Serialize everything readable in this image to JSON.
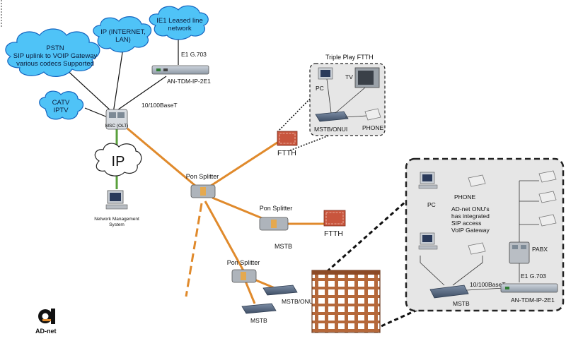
{
  "colors": {
    "cloud_fill": "#4fc3f7",
    "cloud_stroke": "#1565c0",
    "fiber": "#e08a2c",
    "mgmt_link": "#5aa03c",
    "inset_fill": "#e6e6e6",
    "building_brick": "#b5683a",
    "ftth_unit": "#c8553d"
  },
  "clouds": {
    "pstn": [
      "PSTN",
      "SIP uplink to VOIP Gateway",
      "various codecs Supported"
    ],
    "ip_internet": [
      "IP (INTERNET,",
      "LAN)"
    ],
    "e1_leased": [
      "IE1 Leased line",
      "network"
    ],
    "catv": [
      "CATV",
      "IPTV"
    ],
    "ip_core": "IP"
  },
  "labels": {
    "e1_g703_top": "E1 G.703",
    "an_tdm_top": "AN-TDM-IP-2E1",
    "base10_top": "10/100BaseT",
    "msc": "MSC (OLT)",
    "nms": [
      "Network Management",
      "System"
    ],
    "pon_splitter_1": "Pon Splitter",
    "pon_splitter_2": "Pon Splitter",
    "pon_splitter_3": "Pon Splitter",
    "ftth_top": "FTTH",
    "ftth_mid": "FTTH",
    "mstb_mid": "MSTB",
    "mstb_onui_bottom": "MSTB/ONUI",
    "mstb_bottom": "MSTB",
    "triple_play_title": "Triple Play FTTH",
    "tp_pc": "PC",
    "tp_tv": "TV",
    "tp_phone": "PHONE",
    "tp_mstb": "MSTB/ONUI",
    "in_pc": "PC",
    "in_phone": "PHONE",
    "in_note": [
      "AD-net ONU's",
      "has integrated",
      "SIP access",
      "VoIP Gateway"
    ],
    "in_pabx": "PABX",
    "in_e1": "E1 G.703",
    "in_base10": "10/100BaseT",
    "in_mstb": "MSTB",
    "in_an_tdm": "AN-TDM-IP-2E1",
    "logo": "AD-net"
  },
  "icons": [
    "cloud-icon",
    "router-icon",
    "computer-icon",
    "tv-icon",
    "phone-icon",
    "splitter-icon",
    "ftth-unit-icon",
    "building-icon",
    "pabx-icon",
    "brand-logo-icon"
  ]
}
